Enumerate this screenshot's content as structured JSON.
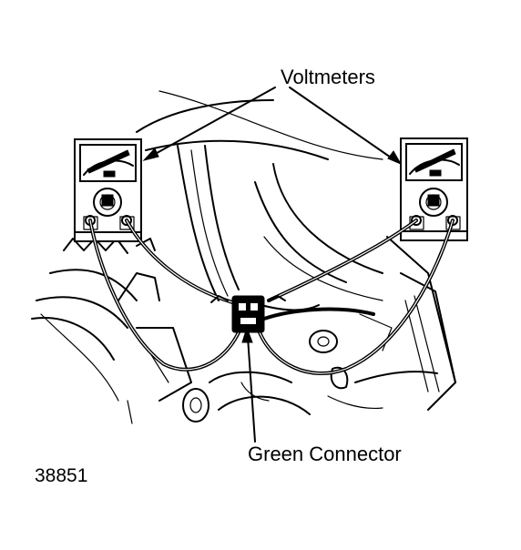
{
  "labels": {
    "voltmeters": "Voltmeters",
    "green_connector": "Green Connector",
    "figure_number": "38851"
  },
  "colors": {
    "ink": "#000000",
    "paper": "#ffffff"
  }
}
